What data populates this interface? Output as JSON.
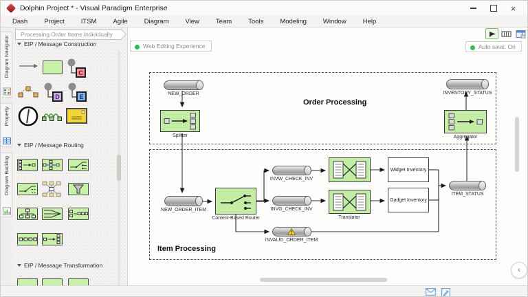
{
  "window": {
    "title": "Dolphin Project * - Visual Paradigm Enterprise",
    "close_glyph": "×"
  },
  "glyphs": {
    "collapse": "‹"
  },
  "menu": {
    "items": [
      "Dash",
      "Project",
      "ITSM",
      "Agile",
      "Diagram",
      "View",
      "Team",
      "Tools",
      "Modeling",
      "Window",
      "Help"
    ]
  },
  "breadcrumb": {
    "label": "Processing Order Items Individually"
  },
  "sidebar": {
    "tabs": [
      {
        "label": "Diagram Navigator",
        "icon": "diagram-navigator-icon"
      },
      {
        "label": "Property",
        "icon": "property-icon"
      },
      {
        "label": "Diagram Backlog",
        "icon": "diagram-backlog-icon"
      }
    ]
  },
  "toolbar": {
    "icons": [
      "pointer-icon",
      "storyboard-icon",
      "panel-layout-icon"
    ]
  },
  "palette": {
    "sections": [
      {
        "title": "EIP / Message Construction",
        "items": [
          "message",
          "request-reply",
          "command-message",
          "message-sequence",
          "document-message",
          "event-message",
          "message-expiration",
          "guaranteed-delivery",
          "envelope-wrapper"
        ]
      },
      {
        "title": "EIP / Message Routing",
        "items": [
          "aggregator",
          "composed-message-processor",
          "content-based-router",
          "dynamic-router",
          "recipient-list",
          "message-filter",
          "routing-slip",
          "resequencer",
          "process-manager",
          "message-broker",
          "splitter"
        ]
      },
      {
        "title": "EIP / Message Transformation",
        "items": [
          "content-enricher",
          "content-filter",
          "claim-check"
        ]
      }
    ],
    "letters": {
      "command": "C",
      "document": "D",
      "event": "E"
    }
  },
  "canvas": {
    "badges": {
      "web_editing": "Web Editing Experience",
      "auto_save": "Auto save: On"
    }
  },
  "diagram": {
    "groups": [
      {
        "title": "Order Processing"
      },
      {
        "title": "Item Processing"
      }
    ],
    "nodes": {
      "new_order": "NEW_ORDER",
      "splitter": "Splitter",
      "inventory_status": "INVENTORY_STATUS",
      "aggregator": "Aggregator",
      "new_order_item": "NEW_ORDER_ITEM",
      "content_based_router": "Content-Based Router",
      "invw_check_inv": "INVW_CHECK_INV",
      "invg_check_inv": "INVG_CHECK_INV",
      "invalid_order_item": "INVALID_ORDER_ITEM",
      "translator": "Translator",
      "widget_inventory": "Widget Inventory",
      "gadget_inventory": "Gadget Inventory",
      "item_status": "ITEM_STATUS"
    }
  },
  "colors": {
    "accent_green": "#2fbe4f",
    "node_green": "#c3eca4",
    "node_border": "#3d3d3d",
    "logo_red": "#c0272d",
    "cylinder_gray": "#b9b9b9"
  }
}
